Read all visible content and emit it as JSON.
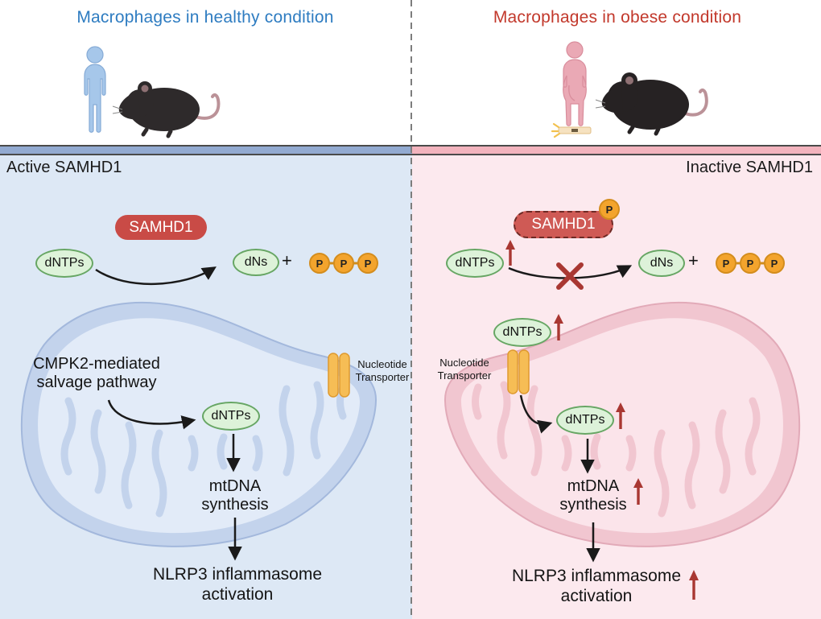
{
  "header": {
    "left_title": "Macrophages in healthy condition",
    "right_title": "Macrophages in obese condition"
  },
  "left_panel": {
    "state": "Active SAMHD1",
    "enzyme": "SAMHD1",
    "dntps": "dNTPs",
    "dns": "dNs",
    "plus": "+",
    "phosphate": "P",
    "pathway": {
      "line1": "CMPK2-mediated",
      "line2": "salvage pathway"
    },
    "mito_dntps": "dNTPs",
    "transporter": {
      "line1": "Nucleotide",
      "line2": "Transporter"
    },
    "mtdna": {
      "line1": "mtDNA",
      "line2": "synthesis"
    },
    "nlrp3": {
      "line1": "NLRP3 inflammasome",
      "line2": "activation"
    }
  },
  "right_panel": {
    "state": "Inactive SAMHD1",
    "enzyme": "SAMHD1",
    "phospho_badge": "P",
    "dntps": "dNTPs",
    "dns": "dNs",
    "plus": "+",
    "phosphate": "P",
    "cyto_dntps": "dNTPs",
    "transporter": {
      "line1": "Nucleotide",
      "line2": "Transporter"
    },
    "mito_dntps": "dNTPs",
    "mtdna": {
      "line1": "mtDNA",
      "line2": "synthesis"
    },
    "nlrp3": {
      "line1": "NLRP3 inflammasome",
      "line2": "activation"
    }
  },
  "colors": {
    "healthy_title": "#2e7cc1",
    "obese_title": "#c2382b",
    "enzyme_red": "#c94b46",
    "nucleotide_green_fill": "#ddf2d9",
    "nucleotide_green_border": "#67a664",
    "phosphate_orange": "#f3a42d",
    "healthy_panel_bg": "#dde8f5",
    "obese_panel_bg": "#fce9ee",
    "healthy_mito": "#c3d3ec",
    "obese_mito": "#f1c6d0",
    "increase_arrow_red": "#a93732"
  }
}
